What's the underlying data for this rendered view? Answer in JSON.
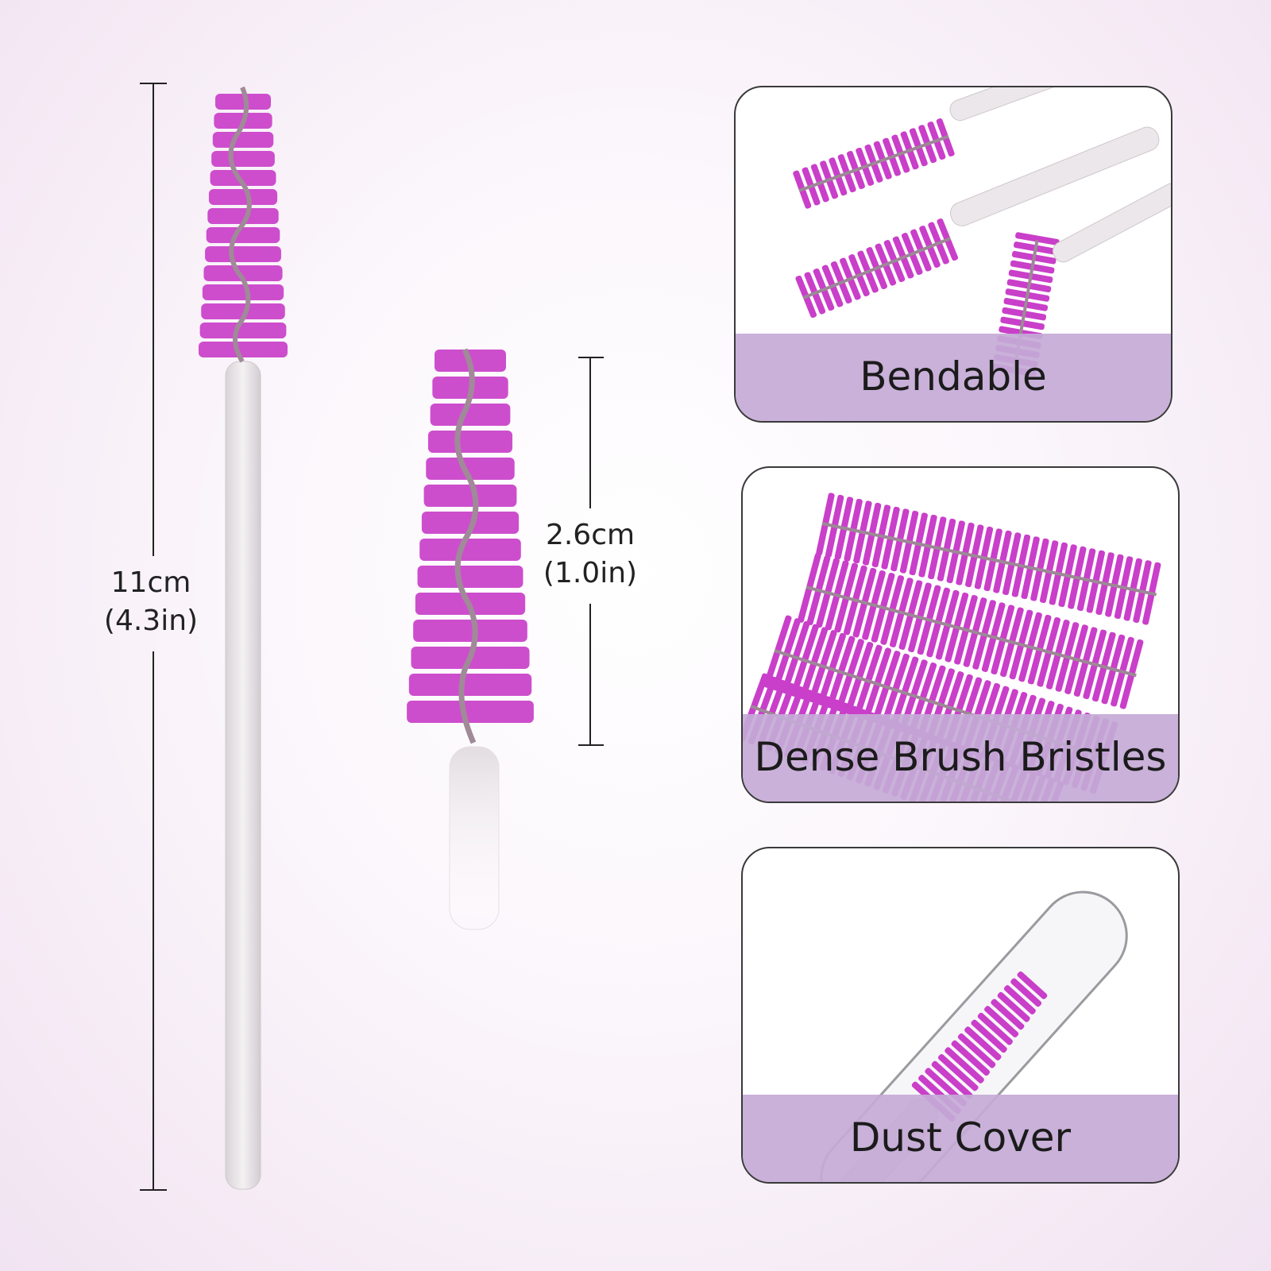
{
  "dimensions": {
    "full_length": {
      "metric": "11cm",
      "imperial": "(4.3in)"
    },
    "brush_head": {
      "metric": "2.6cm",
      "imperial": "(1.0in)"
    }
  },
  "features": [
    {
      "label": "Bendable"
    },
    {
      "label": "Dense Brush Bristles"
    },
    {
      "label": "Dust Cover"
    }
  ],
  "colors": {
    "bristle": "#c93fc9",
    "label_band": "#c4aad6",
    "wand": "#e9e5e7"
  }
}
